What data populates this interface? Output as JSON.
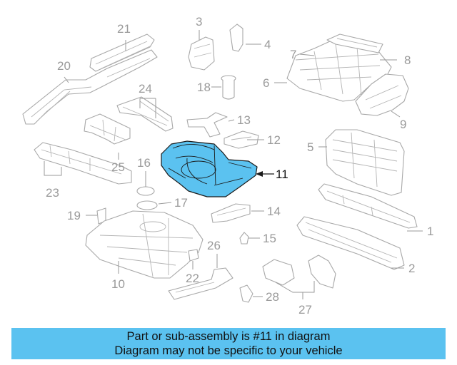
{
  "diagram": {
    "highlight_color": "#5bc2f0",
    "highlighted_part": "11",
    "callouts": [
      {
        "id": "1",
        "label": "1"
      },
      {
        "id": "2",
        "label": "2"
      },
      {
        "id": "3",
        "label": "3"
      },
      {
        "id": "4",
        "label": "4"
      },
      {
        "id": "5",
        "label": "5"
      },
      {
        "id": "6",
        "label": "6"
      },
      {
        "id": "7",
        "label": "7"
      },
      {
        "id": "8",
        "label": "8"
      },
      {
        "id": "9",
        "label": "9"
      },
      {
        "id": "10",
        "label": "10"
      },
      {
        "id": "11",
        "label": "11"
      },
      {
        "id": "12",
        "label": "12"
      },
      {
        "id": "13",
        "label": "13"
      },
      {
        "id": "14",
        "label": "14"
      },
      {
        "id": "15",
        "label": "15"
      },
      {
        "id": "16",
        "label": "16"
      },
      {
        "id": "17",
        "label": "17"
      },
      {
        "id": "18",
        "label": "18"
      },
      {
        "id": "19",
        "label": "19"
      },
      {
        "id": "20",
        "label": "20"
      },
      {
        "id": "21",
        "label": "21"
      },
      {
        "id": "22",
        "label": "22"
      },
      {
        "id": "23",
        "label": "23"
      },
      {
        "id": "24",
        "label": "24"
      },
      {
        "id": "25",
        "label": "25"
      },
      {
        "id": "26",
        "label": "26"
      },
      {
        "id": "27",
        "label": "27"
      },
      {
        "id": "28",
        "label": "28"
      }
    ]
  },
  "caption": {
    "background": "#5bc2f0",
    "line1": "Part or sub-assembly is #11 in diagram",
    "line2": "Diagram may not be specific to your vehicle"
  }
}
